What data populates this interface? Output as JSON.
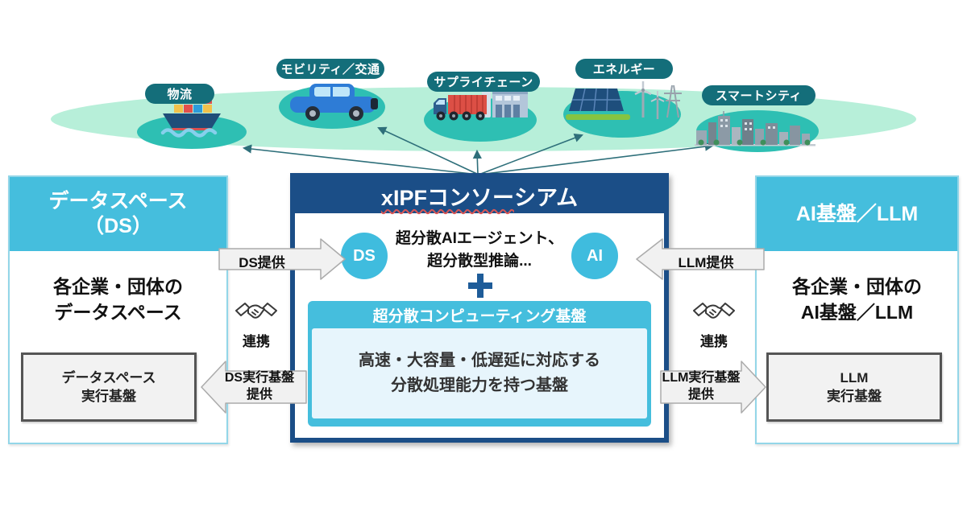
{
  "industries": [
    {
      "label": "物流",
      "icon": "cargo-ship-icon"
    },
    {
      "label": "モビリティ／交通",
      "icon": "car-icon"
    },
    {
      "label": "サプライチェーン",
      "icon": "truck-warehouse-icon"
    },
    {
      "label": "エネルギー",
      "icon": "renewable-energy-icon"
    },
    {
      "label": "スマートシティ",
      "icon": "city-skyline-icon"
    }
  ],
  "left_box": {
    "header_line1": "データスペース",
    "header_line2": "（DS）",
    "body_line1": "各企業・団体の",
    "body_line2": "データスペース",
    "exec_line1": "データスペース",
    "exec_line2": "実行基盤"
  },
  "center_box": {
    "title_main": "xIPFコンソー",
    "title_tail": "シアム",
    "ds_badge": "DS",
    "ai_badge": "AI",
    "agents_line1": "超分散AIエージェント、",
    "agents_line2": "超分散型推論...",
    "computing_header": "超分散コンピューティング基盤",
    "computing_line1": "高速・大容量・低遅延に対応する",
    "computing_line2": "分散処理能力を持つ基盤"
  },
  "right_box": {
    "header": "AI基盤／LLM",
    "body_line1": "各企業・団体の",
    "body_line2": "AI基盤／LLM",
    "exec_line1": "LLM",
    "exec_line2": "実行基盤"
  },
  "connectors": {
    "ds_provide": "DS提供",
    "llm_provide": "LLM提供",
    "ds_exec_provide_line1": "DS実行基盤",
    "ds_exec_provide_line2": "提供",
    "llm_exec_provide_line1": "LLM実行基盤",
    "llm_exec_provide_line2": "提供",
    "collaboration": "連携"
  },
  "colors": {
    "navy": "#1B4E87",
    "light_blue": "#45BEDD",
    "badge_blue": "#3FBCDE",
    "plus_blue": "#1E5C99",
    "panel_body": "#E7F5FC",
    "pill_teal": "#146E7A",
    "ellipse_teal": "#2EBFB3",
    "mint": "#B7EFD9",
    "fan_arrow": "#2E6F7A",
    "big_arrow_fill": "#F1F1F1"
  }
}
